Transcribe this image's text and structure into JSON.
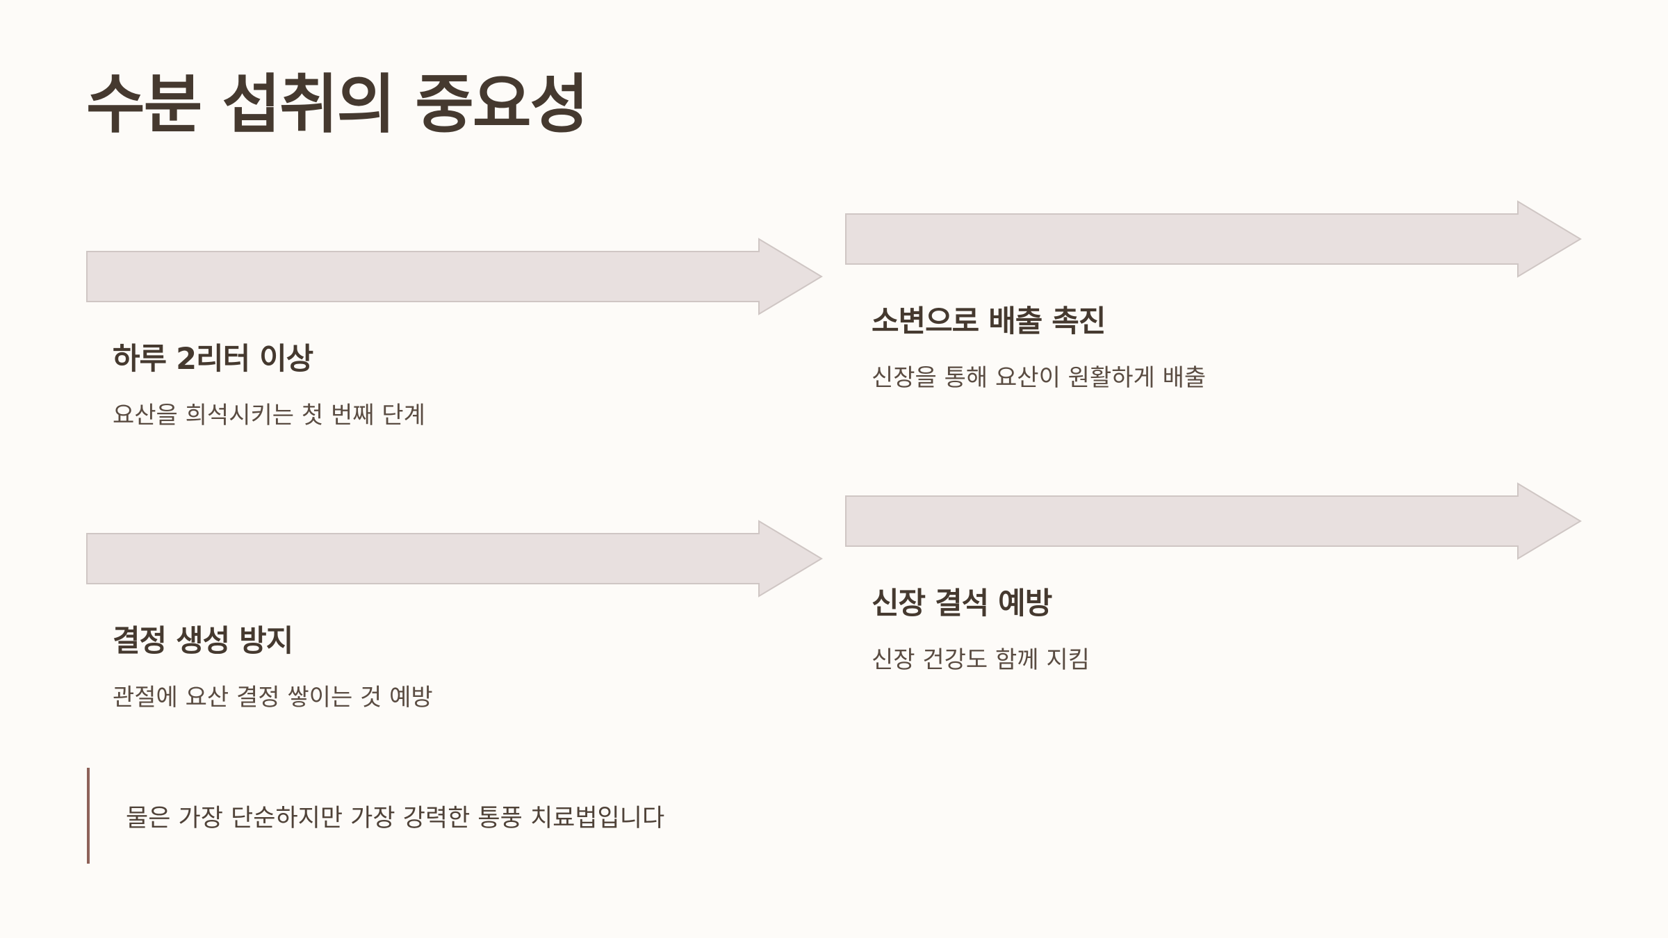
{
  "slide": {
    "title": "수분 섭취의 중요성",
    "colors": {
      "background": "#fdfbf8",
      "arrow_fill": "#e8e0df",
      "arrow_stroke": "#cfc6c4",
      "title_text": "#45392f",
      "quote_bar": "#8e6259"
    }
  },
  "steps": [
    {
      "title": "하루 2리터 이상",
      "desc": "요산을 희석시키는 첫 번째 단계"
    },
    {
      "title": "소변으로 배출 촉진",
      "desc": "신장을 통해 요산이 원활하게 배출"
    },
    {
      "title": "결정 생성 방지",
      "desc": "관절에 요산 결정 쌓이는 것 예방"
    },
    {
      "title": "신장 결석 예방",
      "desc": "신장 건강도 함께 지킴"
    }
  ],
  "quote": {
    "text": "물은 가장 단순하지만 가장 강력한 통풍 치료법입니다"
  }
}
